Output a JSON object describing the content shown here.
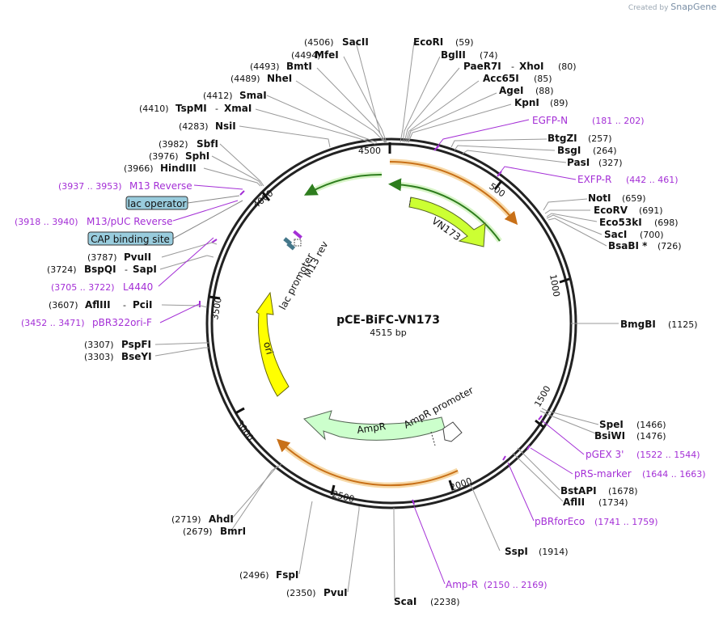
{
  "brand": {
    "created_by": "Created by",
    "logo": "SnapGene"
  },
  "plasmid": {
    "name": "pCE-BiFC-VN173",
    "size_label": "4515 bp",
    "length": 4515
  },
  "ticks": [
    "500",
    "1000",
    "1500",
    "2000",
    "2500",
    "3000",
    "3500",
    "4000",
    "4500"
  ],
  "features": {
    "vn173": "VN173",
    "ori": "ori",
    "ampr": "AmpR",
    "ampr_promoter": "AmpR promoter",
    "lac_promoter": "lac promoter",
    "m13_rev": "M13 rev"
  },
  "sites": [
    {
      "name": "SacII",
      "pos": "(4506)"
    },
    {
      "name": "EcoRI",
      "pos": "(59)"
    },
    {
      "name": "MfeI",
      "pos": "(4494)"
    },
    {
      "name": "BglII",
      "pos": "(74)"
    },
    {
      "name": "BmtI",
      "pos": "(4493)"
    },
    {
      "name": "PaeR7I",
      "pos": ""
    },
    {
      "name": "XhoI",
      "pos": "(80)"
    },
    {
      "name": "NheI",
      "pos": "(4489)"
    },
    {
      "name": "Acc65I",
      "pos": "(85)"
    },
    {
      "name": "AgeI",
      "pos": "(88)"
    },
    {
      "name": "SmaI",
      "pos": "(4412)"
    },
    {
      "name": "KpnI",
      "pos": "(89)"
    },
    {
      "name": "TspMI",
      "pos": "(4410)"
    },
    {
      "name": "XmaI",
      "pos": ""
    },
    {
      "name": "NsiI",
      "pos": "(4283)"
    },
    {
      "name": "BtgZI",
      "pos": "(257)"
    },
    {
      "name": "SbfI",
      "pos": "(3982)"
    },
    {
      "name": "BsgI",
      "pos": "(264)"
    },
    {
      "name": "SphI",
      "pos": "(3976)"
    },
    {
      "name": "PasI",
      "pos": "(327)"
    },
    {
      "name": "HindIII",
      "pos": "(3966)"
    },
    {
      "name": "NotI",
      "pos": "(659)"
    },
    {
      "name": "EcoRV",
      "pos": "(691)"
    },
    {
      "name": "Eco53kI",
      "pos": "(698)"
    },
    {
      "name": "SacI",
      "pos": "(700)"
    },
    {
      "name": "BsaBI *",
      "pos": "(726)"
    },
    {
      "name": "PvuII",
      "pos": "(3787)"
    },
    {
      "name": "BspQI",
      "pos": "(3724)"
    },
    {
      "name": "SapI",
      "pos": ""
    },
    {
      "name": "AflIII",
      "pos": "(3607)"
    },
    {
      "name": "PciI",
      "pos": ""
    },
    {
      "name": "BmgBI",
      "pos": "(1125)"
    },
    {
      "name": "PspFI",
      "pos": "(3307)"
    },
    {
      "name": "BseYI",
      "pos": "(3303)"
    },
    {
      "name": "SpeI",
      "pos": "(1466)"
    },
    {
      "name": "BsiWI",
      "pos": "(1476)"
    },
    {
      "name": "BstAPI",
      "pos": "(1678)"
    },
    {
      "name": "AflII",
      "pos": "(1734)"
    },
    {
      "name": "AhdI",
      "pos": "(2719)"
    },
    {
      "name": "BmrI",
      "pos": "(2679)"
    },
    {
      "name": "SspI",
      "pos": "(1914)"
    },
    {
      "name": "FspI",
      "pos": "(2496)"
    },
    {
      "name": "PvuI",
      "pos": "(2350)"
    },
    {
      "name": "ScaI",
      "pos": "(2238)"
    }
  ],
  "primers": [
    {
      "name": "EGFP-N",
      "range": "(181 .. 202)"
    },
    {
      "name": "EXFP-R",
      "range": "(442 .. 461)"
    },
    {
      "name": "M13 Reverse",
      "range": "(3937 .. 3953)"
    },
    {
      "name": "M13/pUC Reverse",
      "range": "(3918 .. 3940)"
    },
    {
      "name": "L4440",
      "range": "(3705 .. 3722)"
    },
    {
      "name": "pBR322ori-F",
      "range": "(3452 .. 3471)"
    },
    {
      "name": "pGEX 3'",
      "range": "(1522 .. 1544)"
    },
    {
      "name": "pRS-marker",
      "range": "(1644 .. 1663)"
    },
    {
      "name": "pBRforEco",
      "range": "(1741 .. 1759)"
    },
    {
      "name": "Amp-R",
      "range": "(2150 .. 2169)"
    }
  ],
  "boxed_features": [
    "lac operator",
    "CAP binding site"
  ],
  "colors": {
    "primer": "#a42fd6",
    "vn173": "#ccff33",
    "ori": "#ffff00",
    "ampr": "#ccffcc",
    "box": "#99ccdd",
    "orange": "#e8a040",
    "green": "#3aa02a"
  }
}
